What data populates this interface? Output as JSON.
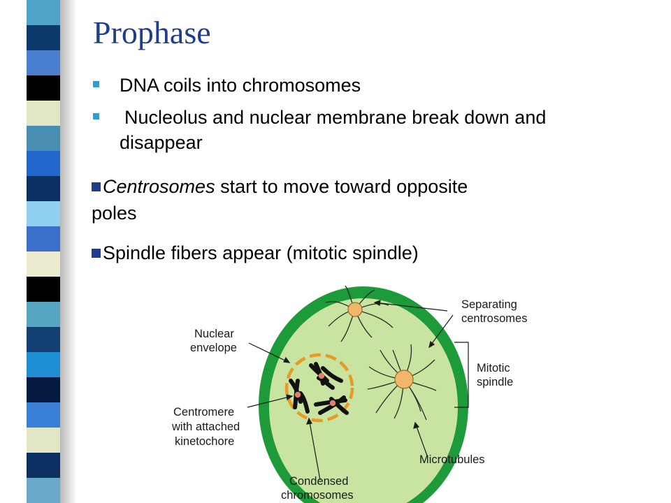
{
  "slide": {
    "title": "Prophase",
    "sub_bullets": [
      "DNA coils into chromosomes",
      "Nucleolus and nuclear membrane break down and",
      "disappear"
    ],
    "main_bullets": [
      {
        "italic": "Centrosomes",
        "rest": " start to move toward opposite",
        "line2": "poles"
      },
      {
        "text": "Spindle fibers appear (mitotic spindle)"
      }
    ]
  },
  "diagram": {
    "labels": {
      "separating_1": "Separating",
      "separating_2": "centrosomes",
      "nuclear_1": "Nuclear",
      "nuclear_2": "envelope",
      "mitotic_1": "Mitotic",
      "mitotic_2": "spindle",
      "centromere_1": "Centromere",
      "centromere_2": "with attached",
      "centromere_3": "kinetochore",
      "microtubules": "Microtubules",
      "condensed_1": "Condensed",
      "condensed_2": "chromosomes"
    },
    "colors": {
      "cell_wall": "#1d9a3a",
      "cytoplasm": "#c9e4a0",
      "centrosome": "#f0b66a",
      "nuclear_envelope": "#e89a26",
      "chromosome": "#111111",
      "kinetochore": "#e0806a"
    }
  },
  "decor": {
    "stripe_colors": [
      "#4fa3c7",
      "#0c3a6b",
      "#4a7fd0",
      "#000000",
      "#e3e6c4",
      "#4a8fb3",
      "#2266cc",
      "#0b2f60",
      "#8fd0f0",
      "#3c6fc9",
      "#ecebd0",
      "#000000",
      "#56a6c3",
      "#143f73",
      "#1e8fd3",
      "#051a40",
      "#3a7fd8",
      "#e3e6c4",
      "#0b2f60",
      "#6aa8c8"
    ]
  }
}
